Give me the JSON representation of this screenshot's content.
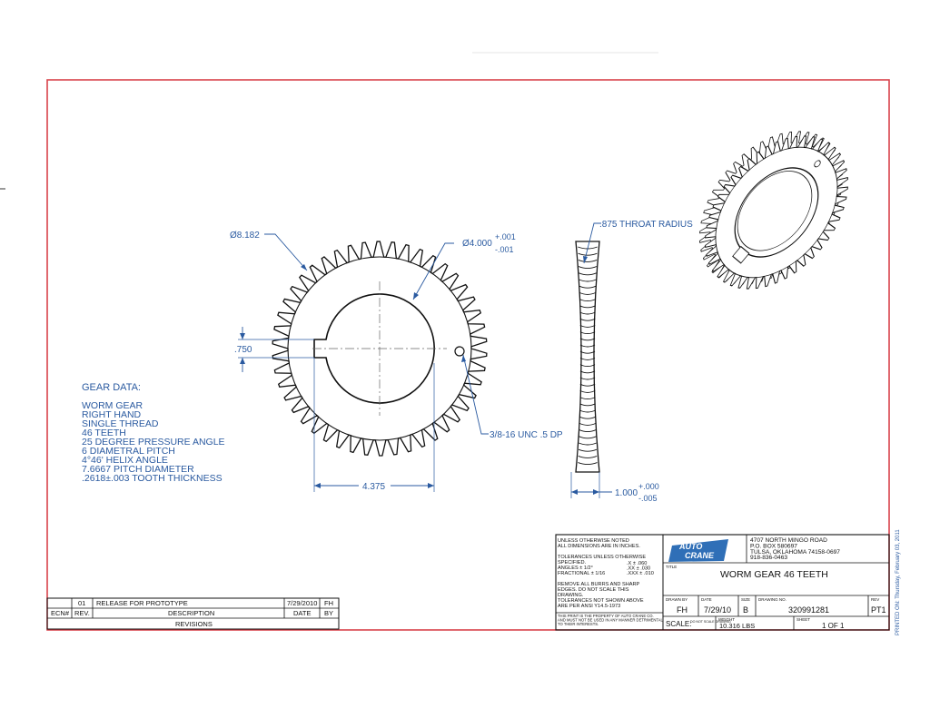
{
  "colors": {
    "border": "#d9434b",
    "dimension": "#2a5aa0",
    "ink": "#111111",
    "logo": "#2f6fb7"
  },
  "gear_front": {
    "outer_diameter": "Ø8.182",
    "bore_diameter": "Ø4.000",
    "bore_tol_plus": "+.001",
    "bore_tol_minus": "-.001",
    "keyway_width": ".750",
    "tapped_hole": "3/8-16 UNC .5 DP",
    "key_dim": "4.375",
    "teeth": 46
  },
  "gear_side": {
    "throat_radius": ".875 THROAT RADIUS",
    "face_width": "1.000",
    "face_tol_plus": "+.000",
    "face_tol_minus": "-.005"
  },
  "gear_data": {
    "heading": "GEAR DATA:",
    "lines": [
      "WORM GEAR",
      "RIGHT HAND",
      "SINGLE THREAD",
      "46 TEETH",
      "25 DEGREE PRESSURE ANGLE",
      "6 DIAMETRAL PITCH",
      "4°46' HELIX ANGLE",
      "7.6667 PITCH DIAMETER",
      ".2618±.003 TOOTH THICKNESS"
    ]
  },
  "revisions": {
    "row": {
      "rev": "01",
      "description": "RELEASE FOR PROTOTYPE",
      "date": "7/29/2010",
      "by": "FH"
    },
    "header": {
      "ecn": "ECN#",
      "rev": "REV.",
      "description": "DESCRIPTION",
      "date": "DATE",
      "by": "BY"
    },
    "footer": "REVISIONS"
  },
  "title_block": {
    "notes": [
      "UNLESS OTHERWISE NOTED",
      "ALL DIMENSIONS ARE IN INCHES.",
      "",
      "TOLERANCES UNLESS OTHERWISE",
      "SPECIFIED.",
      "ANGLES ± 1/2°",
      "FRACTIONAL ± 1/16",
      "",
      "REMOVE ALL BURRS AND SHARP",
      "EDGES.  DO NOT SCALE THIS",
      "DRAWING.",
      "TOLERANCES NOT SHOWN ABOVE",
      "ARE PER ANSI Y14.5-1973"
    ],
    "tolerances": [
      ".X ± .060",
      ".XX ± .030",
      ".XXX ± .010"
    ],
    "property_note": [
      "THIS PRINT IS THE PROPERTY OF AUTO CRANE CO.",
      "AND MUST NOT BE USED IN ANY MANNER DETRIMENTAL",
      "TO THEIR INTERESTS."
    ],
    "logo_line1": "AUTO",
    "logo_line2": "CRANE",
    "address": [
      "4707 NORTH MINGO ROAD",
      "P.O. BOX 580697",
      "TULSA, OKLAHOMA 74158-0697",
      "918-836-0463"
    ],
    "title_label": "TITLE",
    "title": "WORM GEAR 46 TEETH",
    "drawn_by_label": "DRAWN BY",
    "drawn_by": "FH",
    "date_label": "DATE",
    "date": "7/29/10",
    "size_label": "SIZE",
    "size": "B",
    "drawing_no_label": "DRAWING NO.",
    "drawing_no": "320991281",
    "rev_label": "REV",
    "rev": "PT1",
    "scale_label": "SCALE:",
    "scale_note": "DO NOT SCALE DRAWING",
    "weight_label": "WEIGHT",
    "weight": "10.316 LBS",
    "sheet_label": "SHEET",
    "sheet": "1  OF  1"
  },
  "printed_on": "PRINTED ON: Thursday, February 03, 2011"
}
